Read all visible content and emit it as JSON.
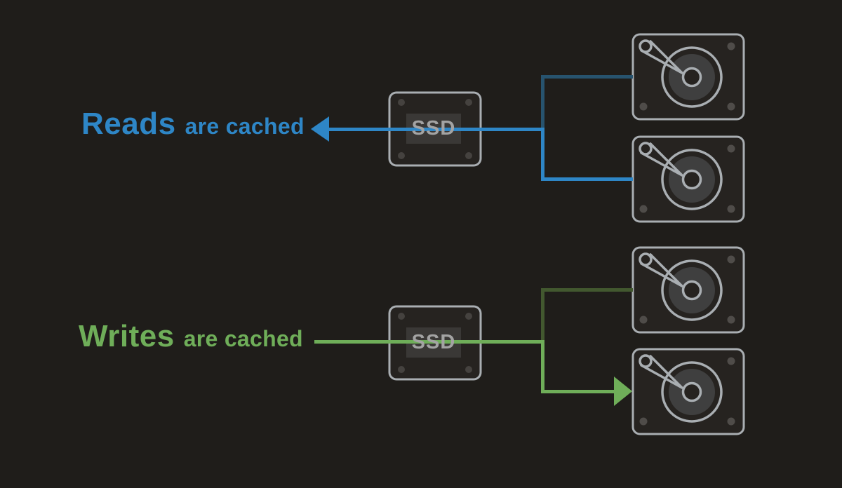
{
  "colors": {
    "background": "#1f1d1a",
    "read_accent": "#2e86c6",
    "read_branch_dim": "#27536e",
    "write_accent": "#6fae59",
    "write_branch_dim": "#42582f",
    "device_outline": "#a9aeb2",
    "device_fill": "#262320",
    "ssd_label_plate": "#3a3836",
    "ssd_label_text": "#a3a3a3",
    "platter_fill": "#3f3f3f"
  },
  "reads": {
    "title": "Reads",
    "subtitle": "are cached",
    "ssd_label": "SSD",
    "disk_count": 2,
    "direction": "from disks through SSD cache to host (arrow points left)"
  },
  "writes": {
    "title": "Writes",
    "subtitle": "are cached",
    "ssd_label": "SSD",
    "disk_count": 2,
    "direction": "from host through SSD cache to disks (arrow points right)"
  }
}
